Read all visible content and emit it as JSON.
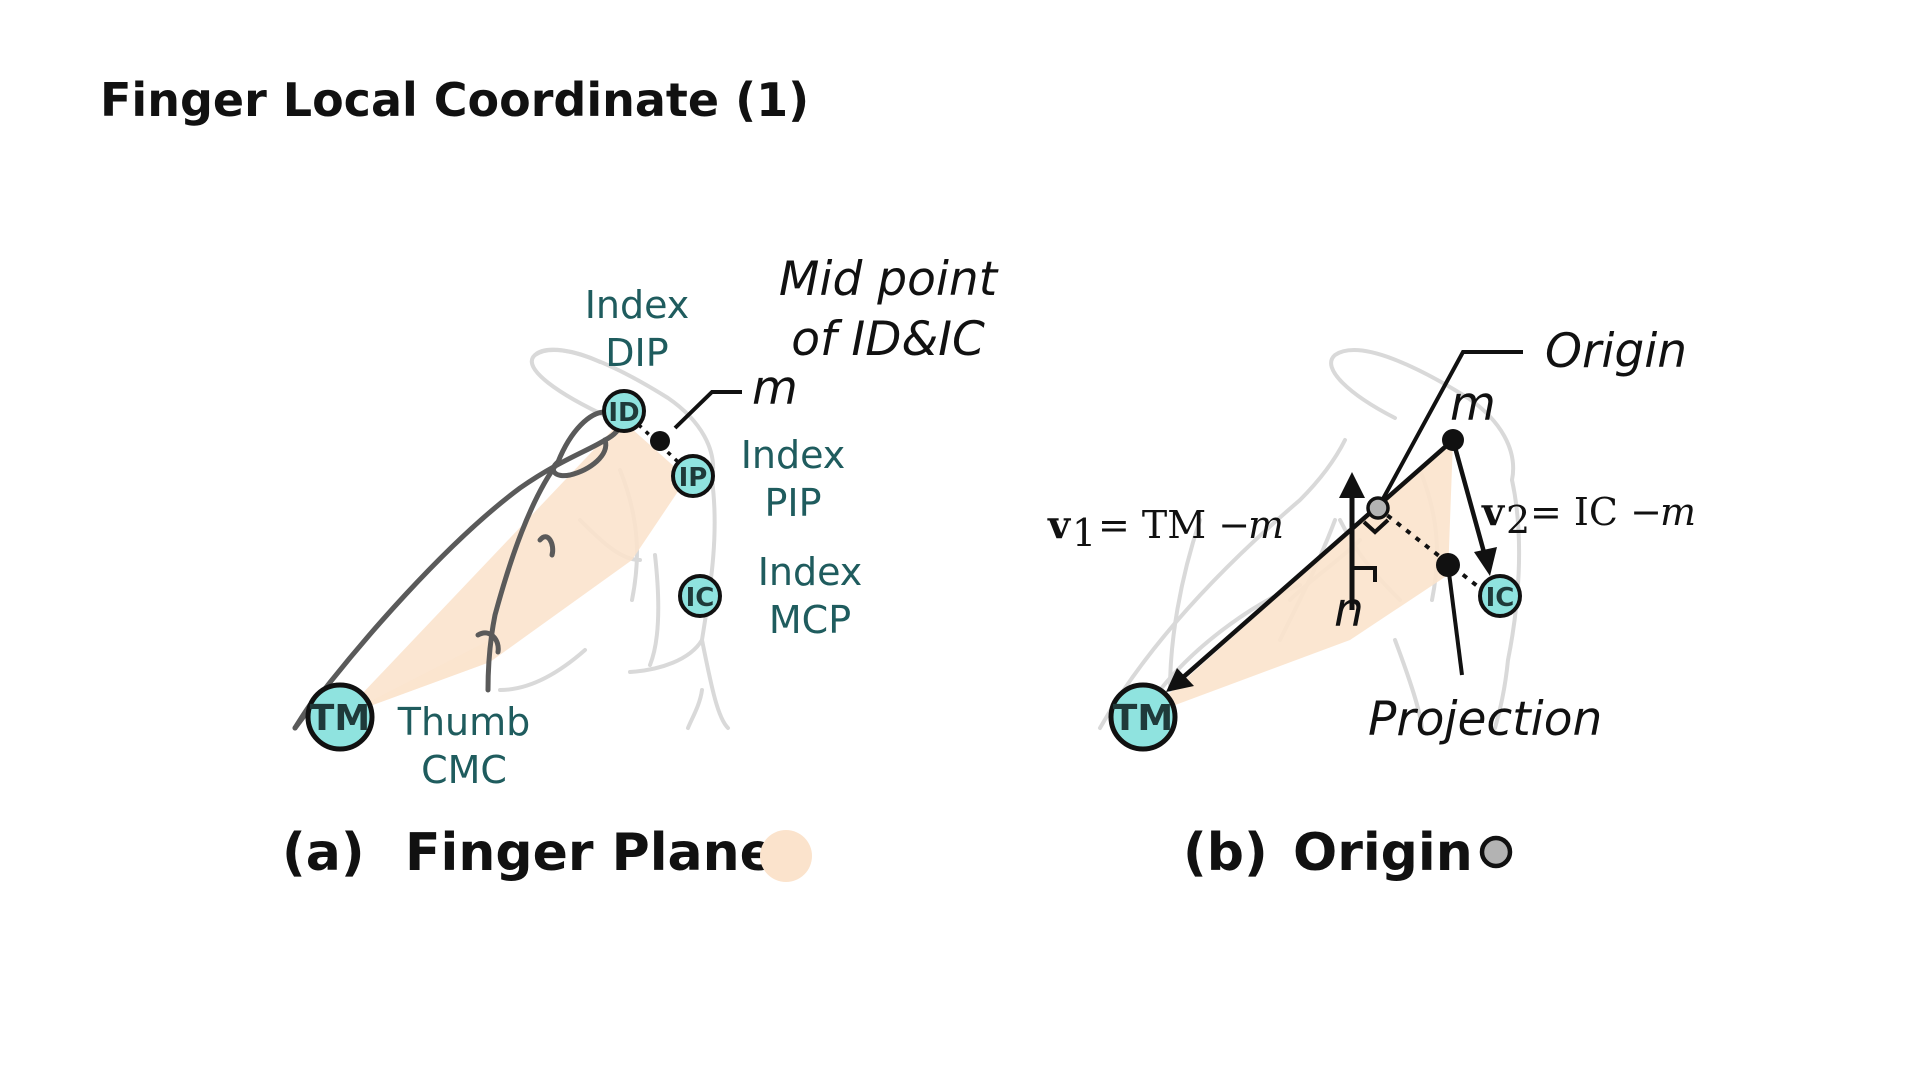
{
  "title": "Finger Local Coordinate (1)",
  "colors": {
    "plane": "#fbe3cc",
    "joint_fill": "#8fe3df",
    "teal_text": "#1f5c5e",
    "hand_outline": "#d9d9d9",
    "thumb_outline": "#5a5a5a",
    "origin_fill": "#b3b3b3"
  },
  "panel_a": {
    "joints": {
      "id": "ID",
      "ip": "IP",
      "ic": "IC",
      "tm": "TM"
    },
    "labels": {
      "index_dip": [
        "Index",
        "DIP"
      ],
      "index_pip": [
        "Index",
        "PIP"
      ],
      "index_mcp": [
        "Index",
        "MCP"
      ],
      "thumb_cmc": [
        "Thumb",
        "CMC"
      ],
      "midpoint": [
        "Mid point",
        "of ID&IC"
      ],
      "m": "m"
    },
    "caption_letter": "(a)",
    "caption_text": "Finger Plane"
  },
  "panel_b": {
    "joints": {
      "ic": "IC",
      "tm": "TM"
    },
    "labels": {
      "origin": "Origin",
      "m": "m",
      "n": "n",
      "projection": "Projection"
    },
    "v1": {
      "vec": "v",
      "sub": "1",
      "rhs": "= TM −",
      "var": "m"
    },
    "v2": {
      "vec": "v",
      "sub": "2",
      "rhs": "= IC −",
      "var": "m"
    },
    "caption_letter": "(b)",
    "caption_text": "Origin"
  }
}
